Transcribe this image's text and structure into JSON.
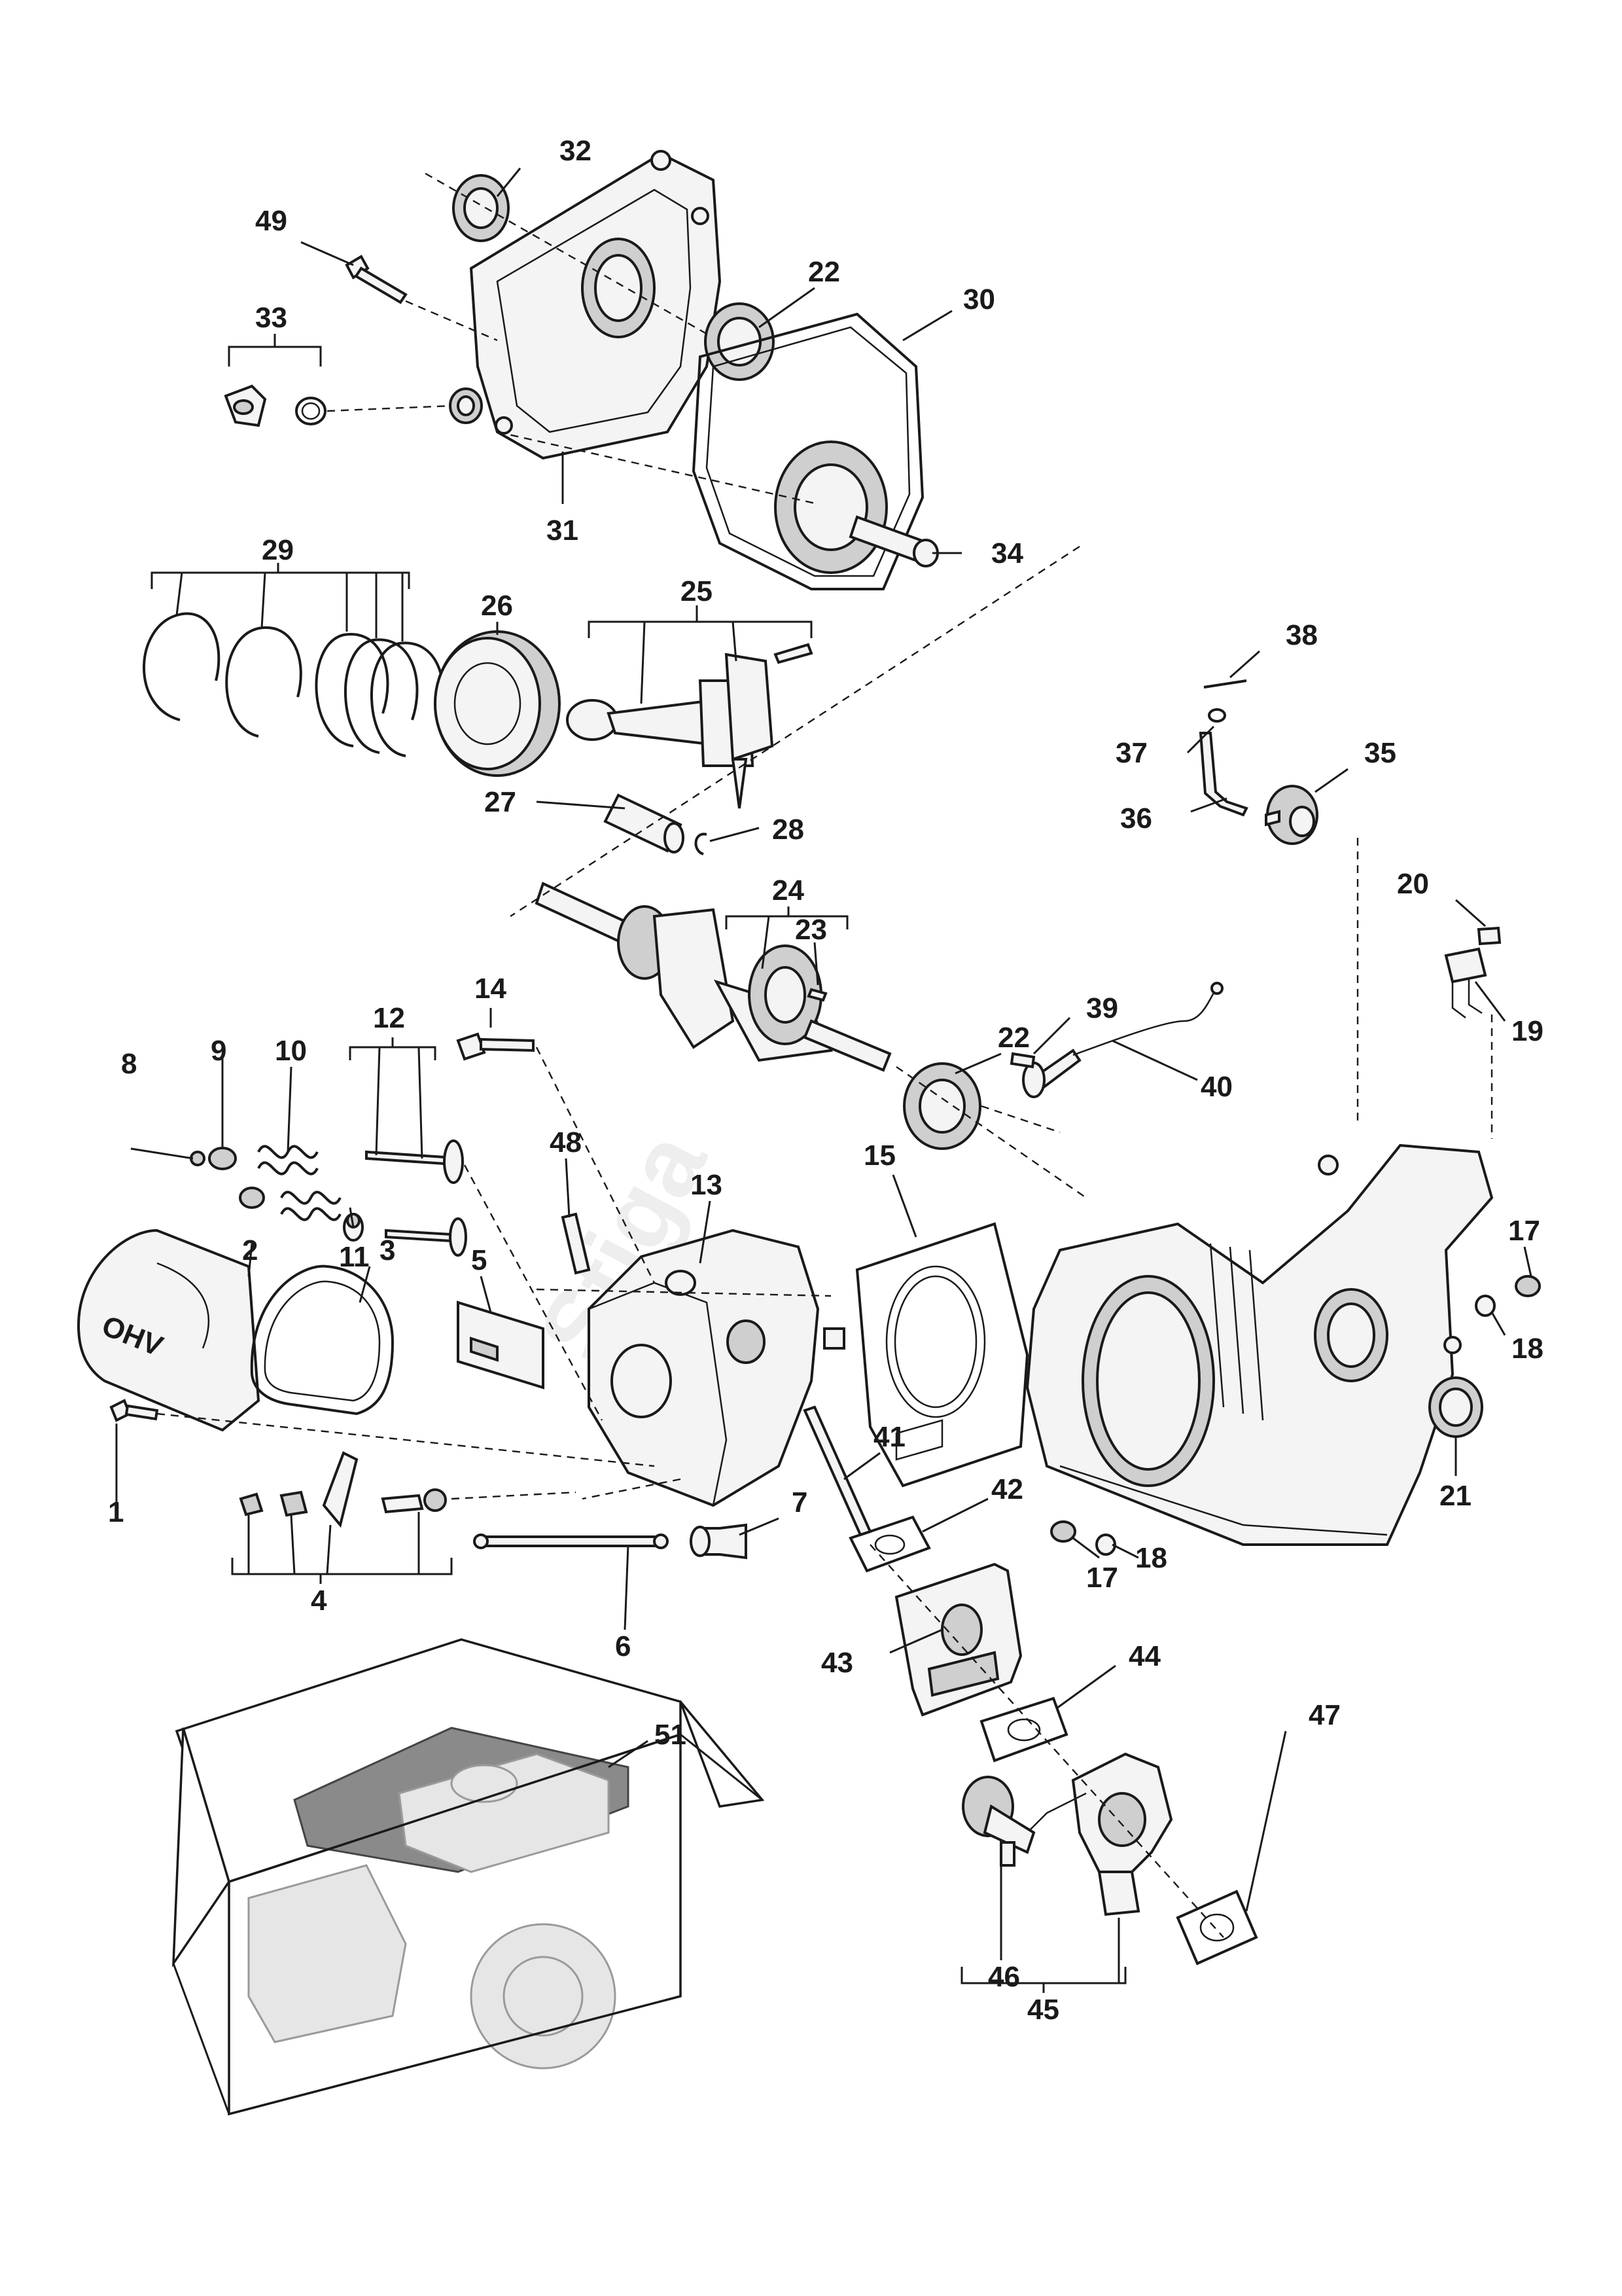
{
  "callouts": {
    "c1": "1",
    "c2": "2",
    "c3": "3",
    "c4": "4",
    "c5": "5",
    "c6": "6",
    "c7": "7",
    "c8": "8",
    "c9": "9",
    "c10": "10",
    "c11": "11",
    "c12": "12",
    "c13": "13",
    "c14": "14",
    "c15": "15",
    "c17a": "17",
    "c17b": "17",
    "c18a": "18",
    "c18b": "18",
    "c19": "19",
    "c20": "20",
    "c21": "21",
    "c22a": "22",
    "c22b": "22",
    "c23": "23",
    "c24": "24",
    "c25": "25",
    "c26": "26",
    "c27": "27",
    "c28": "28",
    "c29": "29",
    "c30": "30",
    "c31": "31",
    "c32": "32",
    "c33": "33",
    "c34": "34",
    "c35": "35",
    "c36": "36",
    "c37": "37",
    "c38": "38",
    "c39": "39",
    "c40": "40",
    "c41": "41",
    "c42": "42",
    "c43": "43",
    "c44": "44",
    "c45": "45",
    "c46": "46",
    "c47": "47",
    "c48": "48",
    "c49": "49",
    "c51": "51"
  },
  "labels": {
    "valve_cover_mark": "OHV"
  }
}
